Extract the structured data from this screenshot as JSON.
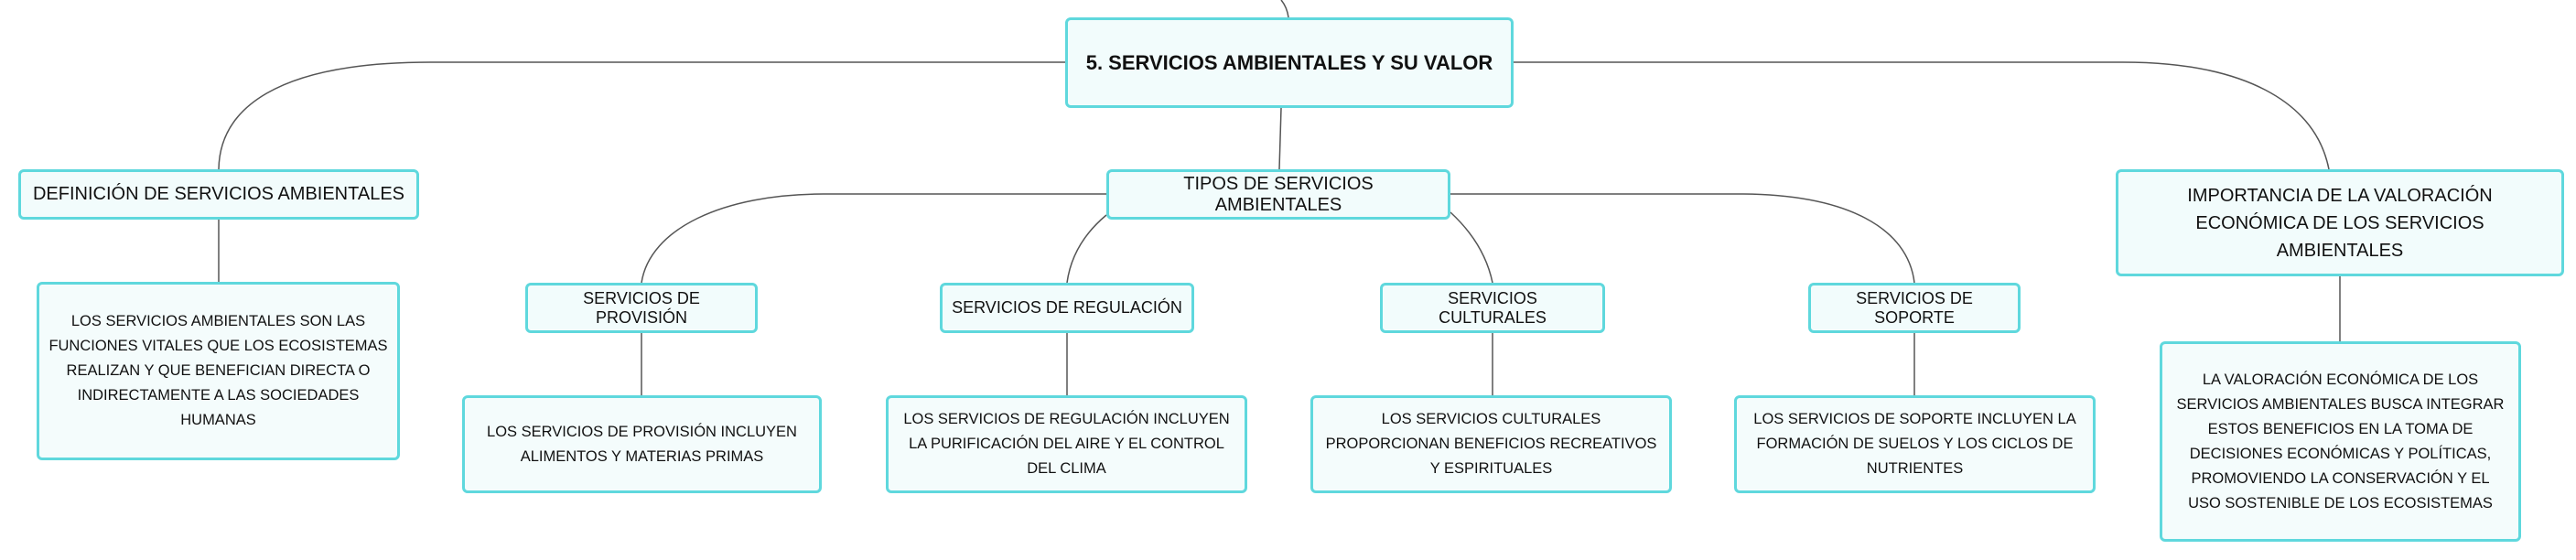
{
  "root": {
    "label": "5. SERVICIOS AMBIENTALES Y SU VALOR"
  },
  "definicion": {
    "label": "DEFINICIÓN DE SERVICIOS AMBIENTALES",
    "text": "LOS SERVICIOS AMBIENTALES SON LAS FUNCIONES VITALES QUE LOS ECOSISTEMAS REALIZAN Y QUE BENEFICIAN DIRECTA O INDIRECTAMENTE A LAS SOCIEDADES HUMANAS"
  },
  "tipos": {
    "label": "TIPOS DE SERVICIOS AMBIENTALES",
    "provision": {
      "label": "SERVICIOS DE PROVISIÓN",
      "text": "LOS SERVICIOS DE PROVISIÓN INCLUYEN ALIMENTOS Y MATERIAS PRIMAS"
    },
    "regulacion": {
      "label": "SERVICIOS DE REGULACIÓN",
      "text": "LOS SERVICIOS DE REGULACIÓN INCLUYEN LA PURIFICACIÓN DEL AIRE Y EL CONTROL DEL CLIMA"
    },
    "culturales": {
      "label": "SERVICIOS CULTURALES",
      "text": "LOS SERVICIOS CULTURALES PROPORCIONAN BENEFICIOS RECREATIVOS Y ESPIRITUALES"
    },
    "soporte": {
      "label": "SERVICIOS DE SOPORTE",
      "text": "LOS SERVICIOS DE SOPORTE INCLUYEN LA FORMACIÓN DE SUELOS Y LOS CICLOS DE NUTRIENTES"
    }
  },
  "importancia": {
    "label": "IMPORTANCIA DE LA VALORACIÓN ECONÓMICA DE LOS SERVICIOS AMBIENTALES",
    "text": "LA VALORACIÓN ECONÓMICA DE LOS SERVICIOS AMBIENTALES BUSCA INTEGRAR ESTOS BENEFICIOS EN LA TOMA DE DECISIONES ECONÓMICAS Y POLÍTICAS, PROMOVIENDO LA CONSERVACIÓN Y EL USO SOSTENIBLE DE LOS ECOSISTEMAS"
  },
  "colors": {
    "node_border": "#5fd8dd",
    "node_fill": "#f2fcfc",
    "connector": "#555555"
  }
}
